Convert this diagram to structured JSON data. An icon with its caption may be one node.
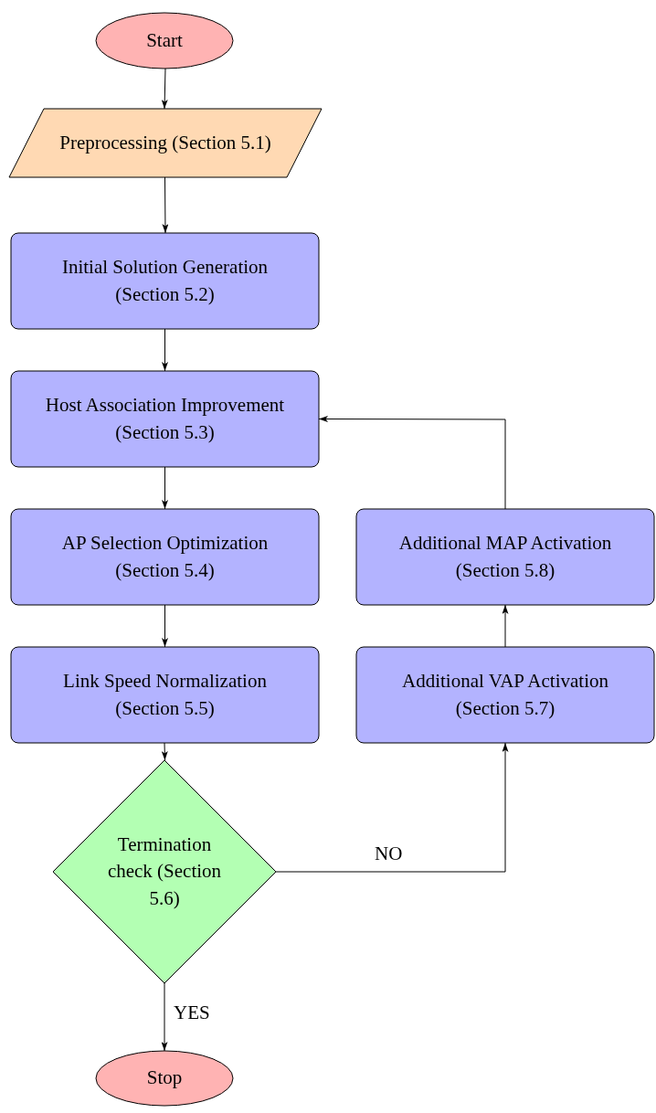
{
  "diagram": {
    "nodes": [
      {
        "text": [
          "Start"
        ]
      },
      {
        "text": [
          "Preprocessing (Section 5.1)"
        ]
      },
      {
        "text": [
          "Initial Solution Generation (Section 5.2)"
        ]
      },
      {
        "text": [
          "Host Association Improvement (Section 5.3)"
        ]
      },
      {
        "text": [
          "AP Selection Optimization (Section 5.4)"
        ]
      },
      {
        "text": [
          "Link Speed Normalization (Section 5.5)"
        ]
      },
      {
        "text": [
          "Termination check (Section 5.6)"
        ]
      },
      {
        "text": [
          "Stop"
        ]
      },
      {
        "text": [
          "Additional MAP Activation (Section 5.8)"
        ]
      },
      {
        "text": [
          "Additional VAP Activation (Section 5.7)"
        ]
      }
    ],
    "edges": [
      {
        "from": 0,
        "to": 1,
        "arrow": "to"
      },
      {
        "from": 1,
        "to": 2,
        "arrow": "to"
      },
      {
        "from": 2,
        "to": 3,
        "arrow": "to"
      },
      {
        "from": 3,
        "to": 4,
        "arrow": "to"
      },
      {
        "from": 4,
        "to": 5,
        "arrow": "to"
      },
      {
        "from": 5,
        "to": 6,
        "arrow": "to"
      },
      {
        "from": 6,
        "to": 7,
        "arrow": "to",
        "label": "YES"
      },
      {
        "from": 6,
        "to": 9,
        "arrow": "to",
        "label": "NO"
      },
      {
        "from": 9,
        "to": 8,
        "arrow": "to"
      },
      {
        "from": 8,
        "to": 3,
        "arrow": "to"
      }
    ]
  }
}
